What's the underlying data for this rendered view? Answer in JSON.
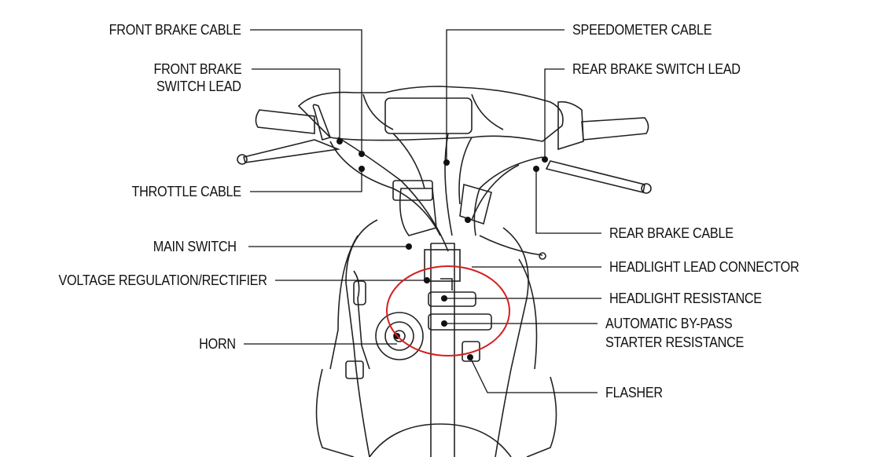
{
  "labels": {
    "front_brake_cable": "FRONT BRAKE CABLE",
    "front_brake_switch_lead_1": "FRONT BRAKE",
    "front_brake_switch_lead_2": "SWITCH LEAD",
    "throttle_cable": "THROTTLE CABLE",
    "main_switch": "MAIN SWITCH",
    "voltage_regulator": "VOLTAGE REGULATION/RECTIFIER",
    "horn": "HORN",
    "speedometer_cable": "SPEEDOMETER CABLE",
    "rear_brake_switch_lead": "REAR BRAKE SWITCH LEAD",
    "rear_brake_cable": "REAR BRAKE CABLE",
    "headlight_lead_connector": "HEADLIGHT LEAD CONNECTOR",
    "headlight_resistance": "HEADLIGHT RESISTANCE",
    "bypass_1": "AUTOMATIC BY-PASS",
    "bypass_2": "STARTER RESISTANCE",
    "flasher": "FLASHER"
  },
  "colors": {
    "highlight": "#d42020",
    "line": "#111111"
  }
}
